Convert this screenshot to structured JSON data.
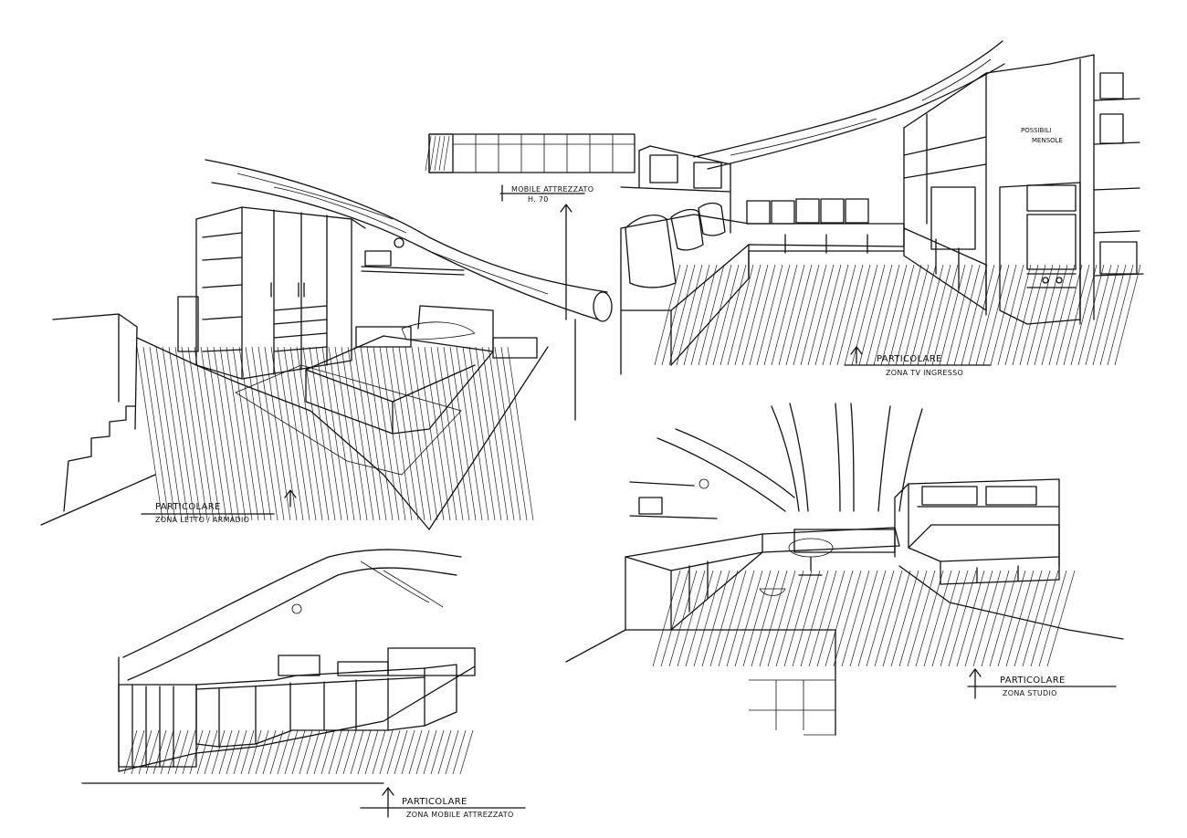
{
  "views": {
    "bedroom": {
      "title": "PARTICOLARE",
      "subtitle": "ZONA LETTO / ARMADIO"
    },
    "tv": {
      "title": "PARTICOLARE",
      "subtitle": "ZONA TV INGRESSO",
      "note_line1": "POSSIBILI",
      "note_line2": "MENSOLE"
    },
    "cabinet": {
      "label": "MOBILE ATTREZZATO",
      "height": "H. 70"
    },
    "storage": {
      "title": "PARTICOLARE",
      "subtitle": "ZONA MOBILE ATTREZZATO"
    },
    "study": {
      "title": "PARTICOLARE",
      "subtitle": "ZONA STUDIO"
    }
  }
}
